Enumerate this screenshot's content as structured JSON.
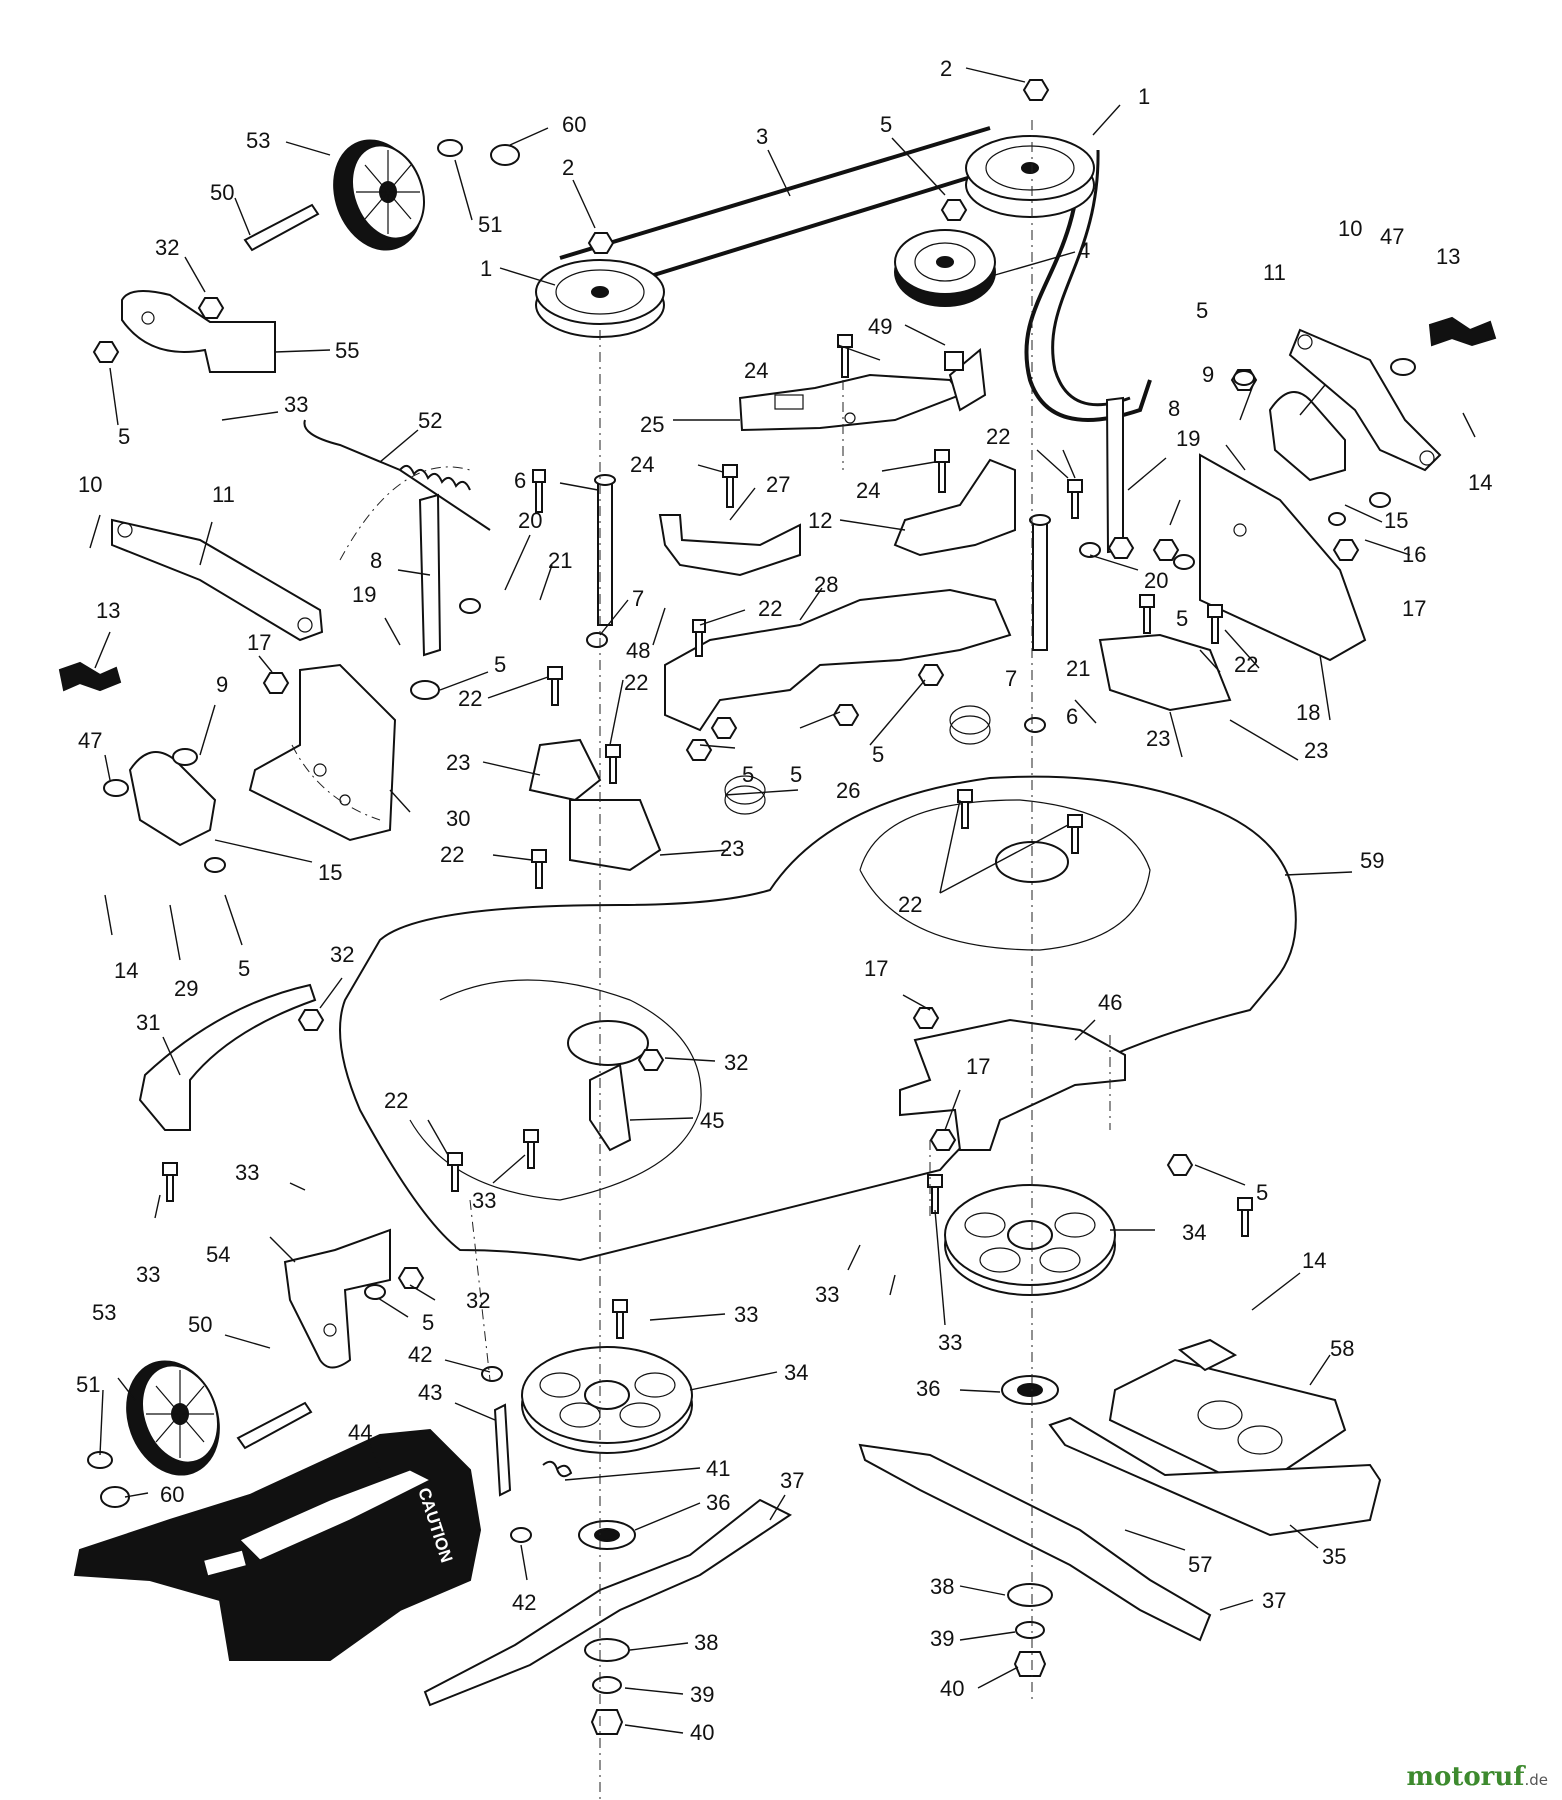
{
  "diagram": {
    "callouts": [
      {
        "id": "c2a",
        "text": "2"
      },
      {
        "id": "c1a",
        "text": "1"
      },
      {
        "id": "c5a",
        "text": "5"
      },
      {
        "id": "c3",
        "text": "3"
      },
      {
        "id": "c2b",
        "text": "2"
      },
      {
        "id": "c1b",
        "text": "1"
      },
      {
        "id": "c4",
        "text": "4"
      },
      {
        "id": "c53a",
        "text": "53"
      },
      {
        "id": "c60a",
        "text": "60"
      },
      {
        "id": "c51a",
        "text": "51"
      },
      {
        "id": "c50a",
        "text": "50"
      },
      {
        "id": "c32a",
        "text": "32"
      },
      {
        "id": "c55",
        "text": "55"
      },
      {
        "id": "c5b",
        "text": "5"
      },
      {
        "id": "c33a",
        "text": "33"
      },
      {
        "id": "c52",
        "text": "52"
      },
      {
        "id": "c10a",
        "text": "10"
      },
      {
        "id": "c11a",
        "text": "11"
      },
      {
        "id": "c8a",
        "text": "8"
      },
      {
        "id": "c20a",
        "text": "20"
      },
      {
        "id": "c21a",
        "text": "21"
      },
      {
        "id": "c19a",
        "text": "19"
      },
      {
        "id": "c13a",
        "text": "13"
      },
      {
        "id": "c17a",
        "text": "17"
      },
      {
        "id": "c9a",
        "text": "9"
      },
      {
        "id": "c47a",
        "text": "47"
      },
      {
        "id": "c5c",
        "text": "5"
      },
      {
        "id": "c30",
        "text": "30"
      },
      {
        "id": "c15a",
        "text": "15"
      },
      {
        "id": "c14a",
        "text": "14"
      },
      {
        "id": "c29",
        "text": "29"
      },
      {
        "id": "c5d",
        "text": "5"
      },
      {
        "id": "c6a",
        "text": "6"
      },
      {
        "id": "c24a",
        "text": "24"
      },
      {
        "id": "c27",
        "text": "27"
      },
      {
        "id": "c25",
        "text": "25"
      },
      {
        "id": "c24b",
        "text": "24"
      },
      {
        "id": "c49",
        "text": "49"
      },
      {
        "id": "c24c",
        "text": "24"
      },
      {
        "id": "c12",
        "text": "12"
      },
      {
        "id": "c22a",
        "text": "22"
      },
      {
        "id": "c7a",
        "text": "7"
      },
      {
        "id": "c48",
        "text": "48"
      },
      {
        "id": "c22b",
        "text": "22"
      },
      {
        "id": "c28",
        "text": "28"
      },
      {
        "id": "c22c",
        "text": "22"
      },
      {
        "id": "c22d",
        "text": "22"
      },
      {
        "id": "c23a",
        "text": "23"
      },
      {
        "id": "c5e",
        "text": "5"
      },
      {
        "id": "c5f",
        "text": "5"
      },
      {
        "id": "c5g",
        "text": "5"
      },
      {
        "id": "c26",
        "text": "26"
      },
      {
        "id": "c23b",
        "text": "23"
      },
      {
        "id": "c22e",
        "text": "22"
      },
      {
        "id": "c10b",
        "text": "10"
      },
      {
        "id": "c47b",
        "text": "47"
      },
      {
        "id": "c13b",
        "text": "13"
      },
      {
        "id": "c11b",
        "text": "11"
      },
      {
        "id": "c5h",
        "text": "5"
      },
      {
        "id": "c9b",
        "text": "9"
      },
      {
        "id": "c14b",
        "text": "14"
      },
      {
        "id": "c8b",
        "text": "8"
      },
      {
        "id": "c19b",
        "text": "19"
      },
      {
        "id": "c15b",
        "text": "15"
      },
      {
        "id": "c16",
        "text": "16"
      },
      {
        "id": "c17b",
        "text": "17"
      },
      {
        "id": "c20b",
        "text": "20"
      },
      {
        "id": "c5i",
        "text": "5"
      },
      {
        "id": "c22f",
        "text": "22"
      },
      {
        "id": "c21b",
        "text": "21"
      },
      {
        "id": "c18",
        "text": "18"
      },
      {
        "id": "c7b",
        "text": "7"
      },
      {
        "id": "c6b",
        "text": "6"
      },
      {
        "id": "c23c",
        "text": "23"
      },
      {
        "id": "c23d",
        "text": "23"
      },
      {
        "id": "c59",
        "text": "59"
      },
      {
        "id": "c22g",
        "text": "22"
      },
      {
        "id": "c32b",
        "text": "32"
      },
      {
        "id": "c31",
        "text": "31"
      },
      {
        "id": "c32c",
        "text": "32"
      },
      {
        "id": "c45",
        "text": "45"
      },
      {
        "id": "c22h",
        "text": "22"
      },
      {
        "id": "c33b",
        "text": "33"
      },
      {
        "id": "c17c",
        "text": "17"
      },
      {
        "id": "c46",
        "text": "46"
      },
      {
        "id": "c17d",
        "text": "17"
      },
      {
        "id": "c5j",
        "text": "5"
      },
      {
        "id": "c34a",
        "text": "34"
      },
      {
        "id": "c33c",
        "text": "33"
      },
      {
        "id": "c33d",
        "text": "33"
      },
      {
        "id": "c54",
        "text": "54"
      },
      {
        "id": "c32d",
        "text": "32"
      },
      {
        "id": "c5k",
        "text": "5"
      },
      {
        "id": "c33e",
        "text": "33"
      },
      {
        "id": "c33f",
        "text": "33"
      },
      {
        "id": "c33g",
        "text": "33"
      },
      {
        "id": "c14c",
        "text": "14"
      },
      {
        "id": "c58",
        "text": "58"
      },
      {
        "id": "c53b",
        "text": "53"
      },
      {
        "id": "c50b",
        "text": "50"
      },
      {
        "id": "c42a",
        "text": "42"
      },
      {
        "id": "c34b",
        "text": "34"
      },
      {
        "id": "c36a",
        "text": "36"
      },
      {
        "id": "c51b",
        "text": "51"
      },
      {
        "id": "c44",
        "text": "44"
      },
      {
        "id": "c43",
        "text": "43"
      },
      {
        "id": "c41",
        "text": "41"
      },
      {
        "id": "c37a",
        "text": "37"
      },
      {
        "id": "c60b",
        "text": "60"
      },
      {
        "id": "c36b",
        "text": "36"
      },
      {
        "id": "c42b",
        "text": "42"
      },
      {
        "id": "c57",
        "text": "57"
      },
      {
        "id": "c35",
        "text": "35"
      },
      {
        "id": "c38a",
        "text": "38"
      },
      {
        "id": "c37b",
        "text": "37"
      },
      {
        "id": "c39a",
        "text": "39"
      },
      {
        "id": "c40a",
        "text": "40"
      },
      {
        "id": "c38b",
        "text": "38"
      },
      {
        "id": "c39b",
        "text": "39"
      },
      {
        "id": "c40b",
        "text": "40"
      }
    ],
    "deflector_label": "CAUTION"
  },
  "watermark": {
    "brand": "motoruf",
    "domain": ".de"
  }
}
